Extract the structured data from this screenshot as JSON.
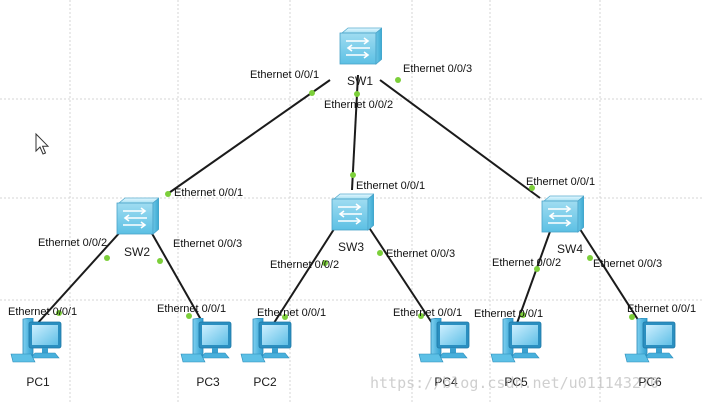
{
  "devices": {
    "sw1": {
      "name": "SW1",
      "kind": "switch"
    },
    "sw2": {
      "name": "SW2",
      "kind": "switch"
    },
    "sw3": {
      "name": "SW3",
      "kind": "switch"
    },
    "sw4": {
      "name": "SW4",
      "kind": "switch"
    },
    "pc1": {
      "name": "PC1",
      "kind": "pc"
    },
    "pc2": {
      "name": "PC2",
      "kind": "pc"
    },
    "pc3": {
      "name": "PC3",
      "kind": "pc"
    },
    "pc4": {
      "name": "PC4",
      "kind": "pc"
    },
    "pc5": {
      "name": "PC5",
      "kind": "pc"
    },
    "pc6": {
      "name": "PC6",
      "kind": "pc"
    }
  },
  "links": [
    {
      "from": "sw1",
      "to": "sw2",
      "from_port": "Ethernet 0/0/1",
      "to_port": "Ethernet 0/0/1"
    },
    {
      "from": "sw1",
      "to": "sw3",
      "from_port": "Ethernet 0/0/2",
      "to_port": "Ethernet 0/0/1"
    },
    {
      "from": "sw1",
      "to": "sw4",
      "from_port": "Ethernet 0/0/3",
      "to_port": "Ethernet 0/0/1"
    },
    {
      "from": "sw2",
      "to": "pc1",
      "from_port": "Ethernet 0/0/2",
      "to_port": "Ethernet 0/0/1"
    },
    {
      "from": "sw2",
      "to": "pc3",
      "from_port": "Ethernet 0/0/3",
      "to_port": "Ethernet 0/0/1"
    },
    {
      "from": "sw3",
      "to": "pc2",
      "from_port": "Ethernet 0/0/2",
      "to_port": "Ethernet 0/0/1"
    },
    {
      "from": "sw3",
      "to": "pc4",
      "from_port": "Ethernet 0/0/3",
      "to_port": "Ethernet 0/0/1"
    },
    {
      "from": "sw4",
      "to": "pc5",
      "from_port": "Ethernet 0/0/2",
      "to_port": "Ethernet 0/0/1"
    },
    {
      "from": "sw4",
      "to": "pc6",
      "from_port": "Ethernet 0/0/3",
      "to_port": "Ethernet 0/0/1"
    }
  ],
  "watermark": "https://blog.csdn.net/u011143270",
  "colors": {
    "port": "#7ccf3a",
    "link": "#1b1b1b",
    "switch": "#8fd6ee",
    "pc": "#4fb6e0"
  }
}
